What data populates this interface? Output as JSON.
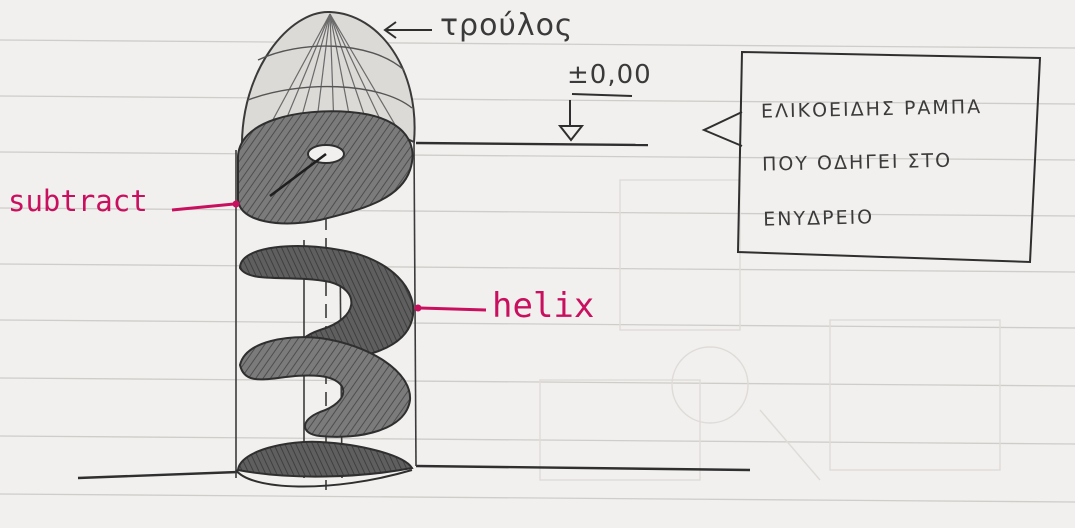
{
  "labels": {
    "dome": "τρούλος",
    "level": "±0,00",
    "subtract": "subtract",
    "helix": "helix"
  },
  "callout": {
    "lines": [
      "ΕΛΙΚΟΕΙΔΗΣ ΡΑΜΠΑ",
      "ΠΟΥ ΟΔΗΓΕΙ ΣΤΟ",
      "ΕΝΥΔΡΕΙΟ"
    ]
  },
  "colors": {
    "paper": "#f2f0ee",
    "ruled_line": "#c9c7c4",
    "pencil": "#3a3a3a",
    "shade": "#6f6f6f",
    "annotation": "#c8105f"
  }
}
